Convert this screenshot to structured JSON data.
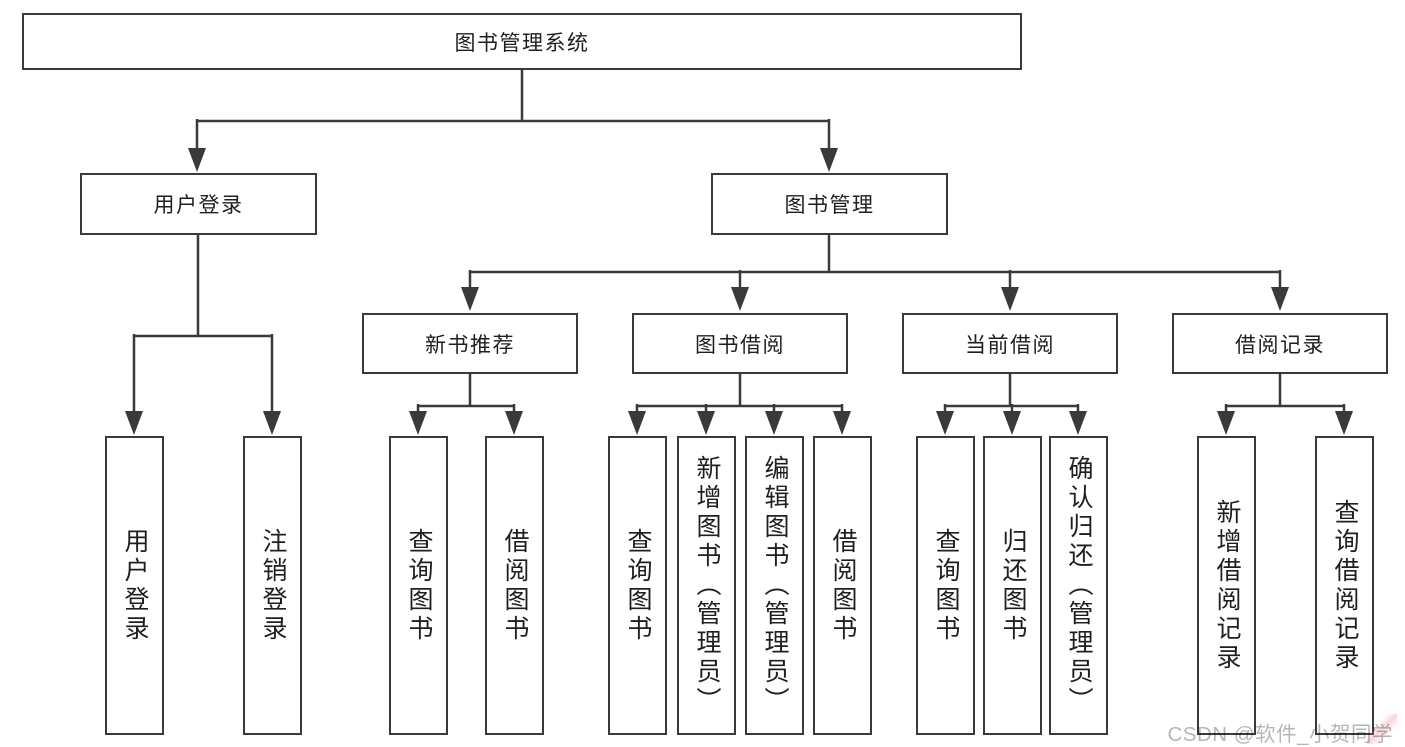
{
  "tree": {
    "root": {
      "label": "图书管理系统"
    },
    "branches": [
      {
        "label": "用户登录",
        "children": [
          {
            "label": "用户登录"
          },
          {
            "label": "注销登录"
          }
        ]
      },
      {
        "label": "图书管理",
        "children": [
          {
            "label": "新书推荐",
            "children": [
              {
                "label": "查询图书"
              },
              {
                "label": "借阅图书"
              }
            ]
          },
          {
            "label": "图书借阅",
            "children": [
              {
                "label": "查询图书"
              },
              {
                "label": "新增图书（管理员）"
              },
              {
                "label": "编辑图书（管理员）"
              },
              {
                "label": "借阅图书"
              }
            ]
          },
          {
            "label": "当前借阅",
            "children": [
              {
                "label": "查询图书"
              },
              {
                "label": "归还图书"
              },
              {
                "label": "确认归还（管理员）"
              }
            ]
          },
          {
            "label": "借阅记录",
            "children": [
              {
                "label": "新增借阅记录"
              },
              {
                "label": "查询借阅记录"
              }
            ]
          }
        ]
      }
    ]
  },
  "watermark": {
    "text": "CSDN @软件_小贺同学"
  },
  "colors": {
    "line": "#3a3a3a",
    "box_border": "#3a3a3a",
    "text": "#1f1f1f",
    "watermark": "#b3b7bb",
    "background": "#ffffff"
  }
}
